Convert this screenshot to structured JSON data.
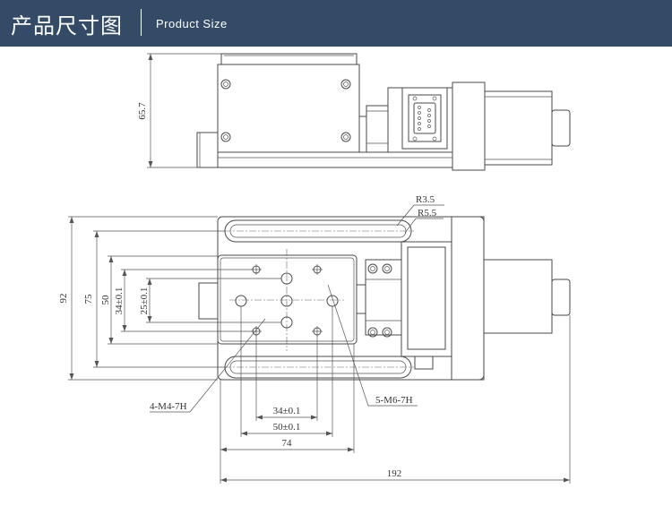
{
  "header": {
    "title_cn": "产品尺寸图",
    "title_en": "Product Size",
    "background": "#344b68"
  },
  "side_view": {
    "height_label": "65.7"
  },
  "top_view": {
    "radius_small": "R3.5",
    "radius_large": "R5.5",
    "width_overall": "92",
    "width_mount": "75",
    "width_holes_outer": "50",
    "width_holes_outer_tol": "34±0.1",
    "width_holes_inner_tol": "25±0.1",
    "hole_callout_m4": "4-M4-7H",
    "hole_callout_m6": "5-M6-7H",
    "len_34": "34±0.1",
    "len_50": "50±0.1",
    "len_74": "74",
    "len_192": "192"
  }
}
